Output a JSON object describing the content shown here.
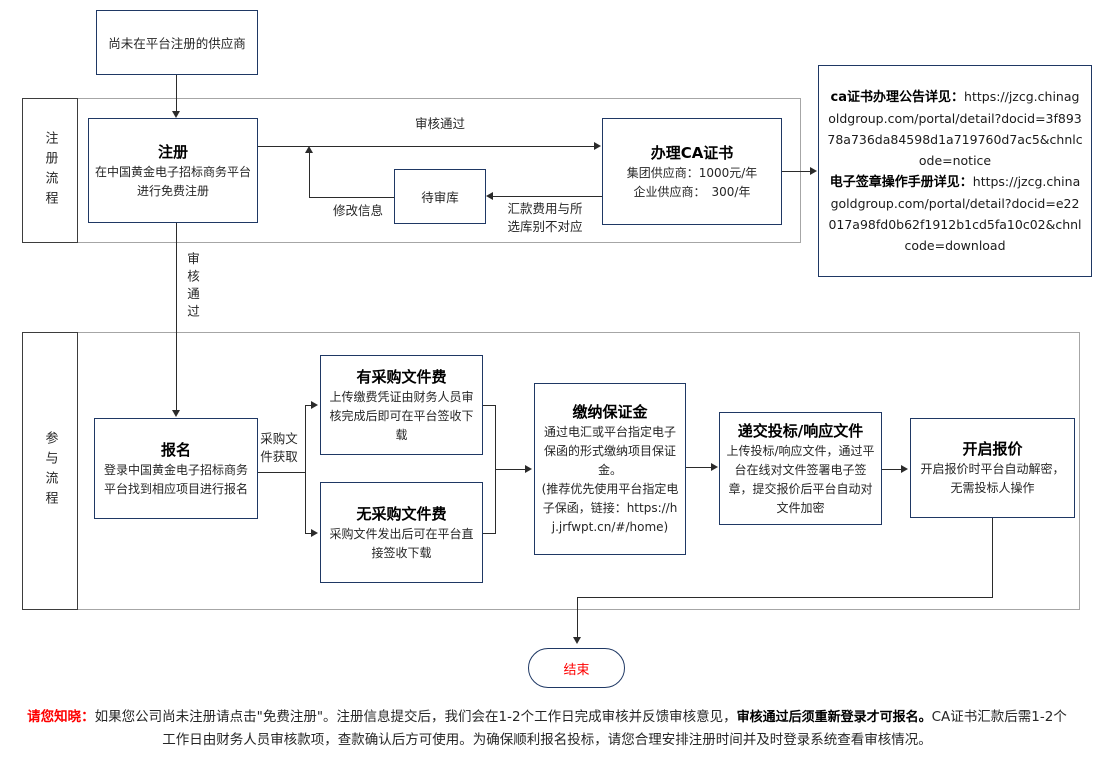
{
  "colors": {
    "node_border": "#1f3864",
    "lane_border": "#a6a6a6",
    "label_cell_border": "#3d3d3d",
    "connector": "#2b2b2b",
    "accent_red": "#fe0000",
    "text": "#262626"
  },
  "start_node": {
    "label": "尚未在平台注册的供应商"
  },
  "lane_register": {
    "label": "注册流程"
  },
  "lane_participate": {
    "label": "参与流程"
  },
  "nodes": {
    "register": {
      "title": "注册",
      "body": "在中国黄金电子招标商务平台进行免费注册"
    },
    "pending_pool": {
      "label": "待审库"
    },
    "ca_cert": {
      "title": "办理CA证书",
      "line1": "集团供应商：1000元/年",
      "line2": "企业供应商：　300/年"
    },
    "signup": {
      "title": "报名",
      "body": "登录中国黄金电子招标商务平台找到相应项目进行报名"
    },
    "fee_yes": {
      "title": "有采购文件费",
      "body": "上传缴费凭证由财务人员审核完成后即可在平台签收下载"
    },
    "fee_no": {
      "title": "无采购文件费",
      "body": "采购文件发出后可在平台直接签收下载"
    },
    "deposit": {
      "title": "缴纳保证金",
      "body": "通过电汇或平台指定电子保函的形式缴纳项目保证金。\n(推荐优先使用平台指定电子保函，链接：https://hj.jrfwpt.cn/#/home)"
    },
    "submit_bid": {
      "title": "递交投标/响应文件",
      "body": "上传投标/响应文件，通过平台在线对文件签署电子签章，提交报价后平台自动对文件加密"
    },
    "open_quote": {
      "title": "开启报价",
      "body": "开启报价时平台自动解密，无需投标人操作"
    },
    "end": {
      "label": "结束"
    }
  },
  "ca_info": {
    "segments": [
      {
        "text": "ca证书办理公告详见：",
        "style": "bold"
      },
      {
        "text": "https://jzcg.chinagoldgroup.com/portal/detail?docid=3f89378a736da84598d1a719760d7ac5&chnlcode=notice\n",
        "style": "normal"
      },
      {
        "text": "电子签章操作手册详见：",
        "style": "bold"
      },
      {
        "text": "https://jzcg.chinagoldgroup.com/portal/detail?docid=e22017a98fd0b62f1912b1cd5fa10c02&chnlcode=download",
        "style": "normal"
      }
    ]
  },
  "edge_labels": {
    "audit_pass_h": "审核通过",
    "audit_pass_v": "审核通过",
    "modify_info": "修改信息",
    "remit_mismatch": "汇款费用与所选库别不对应",
    "doc_obtain": "采购文件获取"
  },
  "note": {
    "segments": [
      {
        "text": "请您知晓：",
        "style": "red-bold"
      },
      {
        "text": "如果您公司尚未注册请点击\"免费注册\"。注册信息提交后，我们会在1-2个工作日完成审核并反馈审核意见，",
        "style": "normal"
      },
      {
        "text": "审核通过后须重新登录才可报名。",
        "style": "bold"
      },
      {
        "text": "CA证书汇款后需1-2个工作日由财务人员审核款项，查款确认后方可使用。为确保顺利报名投标，请您合理安排注册时间并及时登录系统查看审核情况。",
        "style": "normal"
      }
    ]
  }
}
